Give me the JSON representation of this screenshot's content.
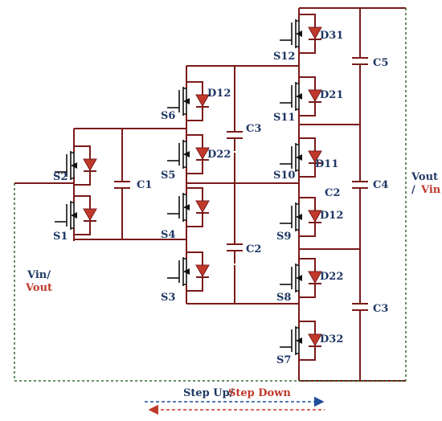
{
  "colors": {
    "wire": "#7a1a1a",
    "label": "#1f3864",
    "accent_red": "#c0392b",
    "arrow_blue": "#1f4e9a",
    "dotted_green": "#2e6b2e",
    "diode_fill": "#c0392b"
  },
  "left_terminal": {
    "line1": "Vin/",
    "line2": "Vout"
  },
  "right_terminal": {
    "line1": "Vout",
    "slash": "/ ",
    "line2": "Vin"
  },
  "direction": {
    "step_up": "Step Up/",
    "step_down": "Step Down"
  },
  "cell1": {
    "switches": [
      {
        "label": "S2",
        "diode": ""
      },
      {
        "label": "S1",
        "diode": ""
      }
    ],
    "capacitor": "C1"
  },
  "cell2": {
    "switches": [
      {
        "label": "S6",
        "diode": "D12"
      },
      {
        "label": "S5",
        "diode": "D22"
      },
      {
        "label": "S4",
        "diode": ""
      },
      {
        "label": "S3",
        "diode": ""
      }
    ],
    "capacitors": [
      "C3",
      "C2"
    ]
  },
  "cell3": {
    "switches": [
      {
        "label": "S12",
        "diode": "D31"
      },
      {
        "label": "S11",
        "diode": "D21"
      },
      {
        "label": "S10",
        "diode": "D11"
      },
      {
        "label": "S9",
        "diode": "D12"
      },
      {
        "label": "S8",
        "diode": "D22"
      },
      {
        "label": "S7",
        "diode": "D32"
      }
    ],
    "capacitors": [
      "C5",
      "C4",
      "C3"
    ],
    "mid_cap": "C2"
  }
}
